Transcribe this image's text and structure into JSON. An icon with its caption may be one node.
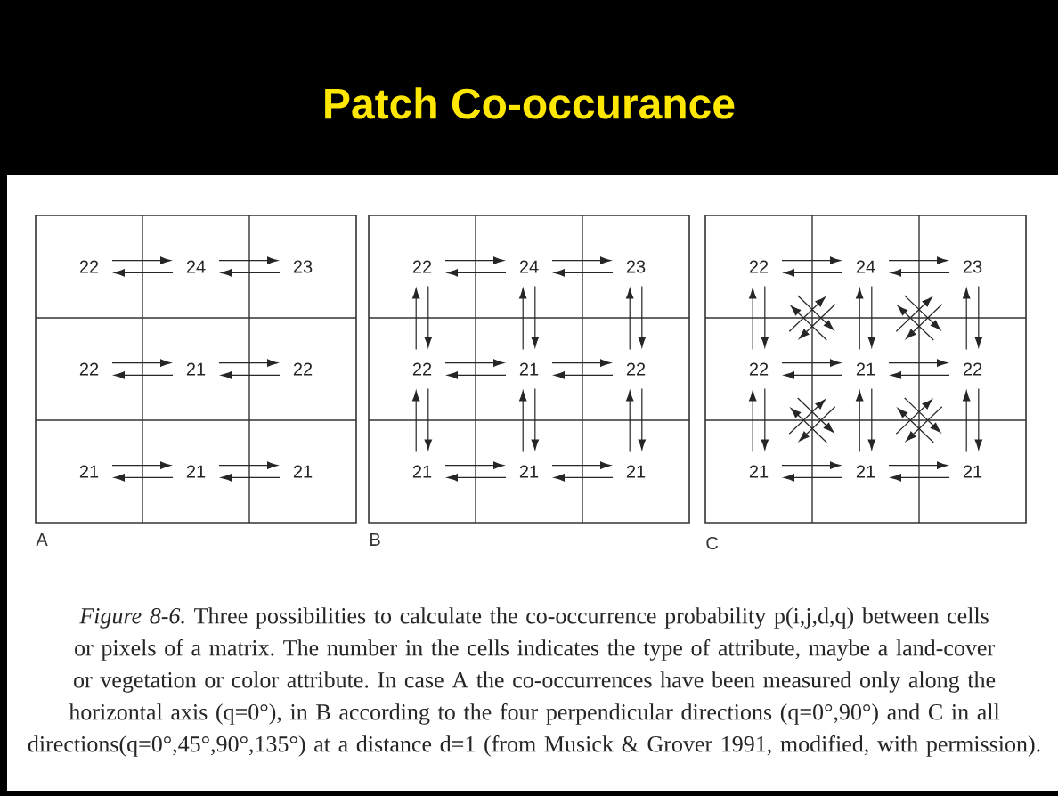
{
  "diagram": {
    "title": "Patch Co-occurance",
    "caption": "*Figure 8-6.* Three possibilities to calculate the co-occurrence probability p(i,j,d,q) between cells or pixels of a matrix. The number in the cells indicates the type of attribute, maybe a land-cover or vegetation or color attribute. In case A the co-occurrences have been measured only along the horizontal axis (q=0°), in B according to the four perpendicular directions (q=0°,90°) and C in all directions(q=0°,45°,90°,135°) at a distance d=1 (from Musick & Grover 1991, modified, with permission).",
    "nodes": [
      {
        "text": [
          "22"
        ]
      },
      {
        "text": [
          "24"
        ]
      },
      {
        "text": [
          "23"
        ]
      },
      {
        "text": [
          "22"
        ]
      },
      {
        "text": [
          "21"
        ]
      },
      {
        "text": [
          "22"
        ]
      },
      {
        "text": [
          "21"
        ]
      },
      {
        "text": [
          "21"
        ]
      },
      {
        "text": [
          "21"
        ]
      },
      {
        "text": [
          "22"
        ]
      },
      {
        "text": [
          "24"
        ]
      },
      {
        "text": [
          "23"
        ]
      },
      {
        "text": [
          "22"
        ]
      },
      {
        "text": [
          "21"
        ]
      },
      {
        "text": [
          "22"
        ]
      },
      {
        "text": [
          "21"
        ]
      },
      {
        "text": [
          "21"
        ]
      },
      {
        "text": [
          "21"
        ]
      },
      {
        "text": [
          "22"
        ]
      },
      {
        "text": [
          "24"
        ]
      },
      {
        "text": [
          "23"
        ]
      },
      {
        "text": [
          "22"
        ]
      },
      {
        "text": [
          "21"
        ]
      },
      {
        "text": [
          "22"
        ]
      },
      {
        "text": [
          "21"
        ]
      },
      {
        "text": [
          "21"
        ]
      },
      {
        "text": [
          "21"
        ]
      }
    ],
    "edges": [
      {
        "from": 0,
        "to": 1,
        "arrow": "to"
      },
      {
        "from": 1,
        "to": 0,
        "arrow": "to"
      },
      {
        "from": 1,
        "to": 2,
        "arrow": "to"
      },
      {
        "from": 2,
        "to": 1,
        "arrow": "to"
      },
      {
        "from": 3,
        "to": 4,
        "arrow": "to"
      },
      {
        "from": 4,
        "to": 3,
        "arrow": "to"
      },
      {
        "from": 4,
        "to": 5,
        "arrow": "to"
      },
      {
        "from": 5,
        "to": 4,
        "arrow": "to"
      },
      {
        "from": 6,
        "to": 7,
        "arrow": "to"
      },
      {
        "from": 7,
        "to": 6,
        "arrow": "to"
      },
      {
        "from": 7,
        "to": 8,
        "arrow": "to"
      },
      {
        "from": 8,
        "to": 7,
        "arrow": "to"
      },
      {
        "from": 9,
        "to": 10,
        "arrow": "to"
      },
      {
        "from": 10,
        "to": 9,
        "arrow": "to"
      },
      {
        "from": 10,
        "to": 11,
        "arrow": "to"
      },
      {
        "from": 11,
        "to": 10,
        "arrow": "to"
      },
      {
        "from": 12,
        "to": 13,
        "arrow": "to"
      },
      {
        "from": 13,
        "to": 12,
        "arrow": "to"
      },
      {
        "from": 13,
        "to": 14,
        "arrow": "to"
      },
      {
        "from": 14,
        "to": 13,
        "arrow": "to"
      },
      {
        "from": 15,
        "to": 16,
        "arrow": "to"
      },
      {
        "from": 16,
        "to": 15,
        "arrow": "to"
      },
      {
        "from": 16,
        "to": 17,
        "arrow": "to"
      },
      {
        "from": 17,
        "to": 16,
        "arrow": "to"
      },
      {
        "from": 9,
        "to": 12,
        "arrow": "to"
      },
      {
        "from": 12,
        "to": 9,
        "arrow": "to"
      },
      {
        "from": 12,
        "to": 15,
        "arrow": "to"
      },
      {
        "from": 15,
        "to": 12,
        "arrow": "to"
      },
      {
        "from": 10,
        "to": 13,
        "arrow": "to"
      },
      {
        "from": 13,
        "to": 10,
        "arrow": "to"
      },
      {
        "from": 13,
        "to": 16,
        "arrow": "to"
      },
      {
        "from": 16,
        "to": 13,
        "arrow": "to"
      },
      {
        "from": 11,
        "to": 14,
        "arrow": "to"
      },
      {
        "from": 14,
        "to": 11,
        "arrow": "to"
      },
      {
        "from": 14,
        "to": 17,
        "arrow": "to"
      },
      {
        "from": 17,
        "to": 14,
        "arrow": "to"
      },
      {
        "from": 18,
        "to": 19,
        "arrow": "to"
      },
      {
        "from": 19,
        "to": 18,
        "arrow": "to"
      },
      {
        "from": 19,
        "to": 20,
        "arrow": "to"
      },
      {
        "from": 20,
        "to": 19,
        "arrow": "to"
      },
      {
        "from": 21,
        "to": 22,
        "arrow": "to"
      },
      {
        "from": 22,
        "to": 21,
        "arrow": "to"
      },
      {
        "from": 22,
        "to": 23,
        "arrow": "to"
      },
      {
        "from": 23,
        "to": 22,
        "arrow": "to"
      },
      {
        "from": 24,
        "to": 25,
        "arrow": "to"
      },
      {
        "from": 25,
        "to": 24,
        "arrow": "to"
      },
      {
        "from": 25,
        "to": 26,
        "arrow": "to"
      },
      {
        "from": 26,
        "to": 25,
        "arrow": "to"
      },
      {
        "from": 18,
        "to": 21,
        "arrow": "to"
      },
      {
        "from": 21,
        "to": 18,
        "arrow": "to"
      },
      {
        "from": 21,
        "to": 24,
        "arrow": "to"
      },
      {
        "from": 24,
        "to": 21,
        "arrow": "to"
      },
      {
        "from": 19,
        "to": 22,
        "arrow": "to"
      },
      {
        "from": 22,
        "to": 19,
        "arrow": "to"
      },
      {
        "from": 22,
        "to": 25,
        "arrow": "to"
      },
      {
        "from": 25,
        "to": 22,
        "arrow": "to"
      },
      {
        "from": 20,
        "to": 23,
        "arrow": "to"
      },
      {
        "from": 23,
        "to": 20,
        "arrow": "to"
      },
      {
        "from": 23,
        "to": 26,
        "arrow": "to"
      },
      {
        "from": 26,
        "to": 23,
        "arrow": "to"
      },
      {
        "from": 18,
        "to": 22,
        "arrow": "to"
      },
      {
        "from": 22,
        "to": 18,
        "arrow": "to"
      },
      {
        "from": 19,
        "to": 21,
        "arrow": "to"
      },
      {
        "from": 21,
        "to": 19,
        "arrow": "to"
      },
      {
        "from": 19,
        "to": 23,
        "arrow": "to"
      },
      {
        "from": 23,
        "to": 19,
        "arrow": "to"
      },
      {
        "from": 20,
        "to": 22,
        "arrow": "to"
      },
      {
        "from": 22,
        "to": 20,
        "arrow": "to"
      },
      {
        "from": 21,
        "to": 25,
        "arrow": "to"
      },
      {
        "from": 25,
        "to": 21,
        "arrow": "to"
      },
      {
        "from": 22,
        "to": 24,
        "arrow": "to"
      },
      {
        "from": 24,
        "to": 22,
        "arrow": "to"
      },
      {
        "from": 22,
        "to": 26,
        "arrow": "to"
      },
      {
        "from": 26,
        "to": 22,
        "arrow": "to"
      },
      {
        "from": 23,
        "to": 25,
        "arrow": "to"
      },
      {
        "from": 25,
        "to": 23,
        "arrow": "to"
      }
    ],
    "labels": [
      "A",
      "B",
      "C"
    ]
  }
}
